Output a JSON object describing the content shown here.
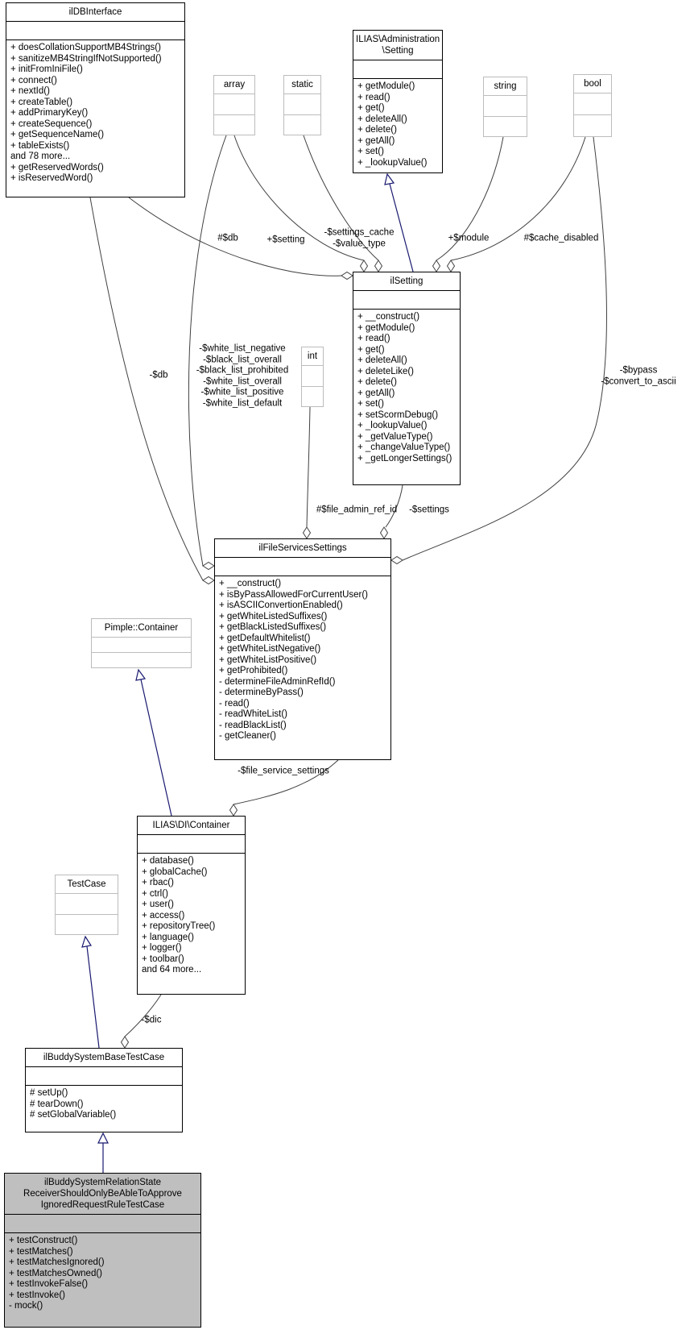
{
  "colors": {
    "association": "#404040",
    "inheritance": "#191970",
    "node_border": "#000000",
    "external_border": "#bcbcbc",
    "highlight_fill": "#bfbfbf",
    "background": "#ffffff"
  },
  "classes": {
    "ildb": {
      "title": "ilDBInterface",
      "methods": [
        "+ doesCollationSupportMB4Strings()",
        "+ sanitizeMB4StringIfNotSupported()",
        "+ initFromIniFile()",
        "+ connect()",
        "+ nextId()",
        "+ createTable()",
        "+ addPrimaryKey()",
        "+ createSequence()",
        "+ getSequenceName()",
        "+ tableExists()",
        "and 78 more...",
        "+ getReservedWords()",
        "+ isReservedWord()"
      ]
    },
    "adminsetting": {
      "title": [
        "ILIAS\\Administration",
        "\\Setting"
      ],
      "methods": [
        "+ getModule()",
        "+ read()",
        "+ get()",
        "+ deleteAll()",
        "+ delete()",
        "+ getAll()",
        "+ set()",
        "+ _lookupValue()"
      ]
    },
    "array": {
      "title": "array"
    },
    "static": {
      "title": "static"
    },
    "string": {
      "title": "string"
    },
    "bool": {
      "title": "bool"
    },
    "int": {
      "title": "int"
    },
    "ilsetting": {
      "title": "ilSetting",
      "methods": [
        "+ __construct()",
        "+ getModule()",
        "+ read()",
        "+ get()",
        "+ deleteAll()",
        "+ deleteLike()",
        "+ delete()",
        "+ getAll()",
        "+ set()",
        "+ setScormDebug()",
        "+ _lookupValue()",
        "+ _getValueType()",
        "+ _changeValueType()",
        "+ _getLongerSettings()"
      ]
    },
    "fss": {
      "title": "ilFileServicesSettings",
      "methods": [
        "+ __construct()",
        "+ isByPassAllowedForCurrentUser()",
        "+ isASCIIConvertionEnabled()",
        "+ getWhiteListedSuffixes()",
        "+ getBlackListedSuffixes()",
        "+ getDefaultWhitelist()",
        "+ getWhiteListNegative()",
        "+ getWhiteListPositive()",
        "+ getProhibited()",
        "- determineFileAdminRefId()",
        "- determineByPass()",
        "- read()",
        "- readWhiteList()",
        "- readBlackList()",
        "- getCleaner()"
      ]
    },
    "pimple": {
      "title": "Pimple::Container"
    },
    "dic": {
      "title": "ILIAS\\DI\\Container",
      "methods": [
        "+ database()",
        "+ globalCache()",
        "+ rbac()",
        "+ ctrl()",
        "+ user()",
        "+ access()",
        "+ repositoryTree()",
        "+ language()",
        "+ logger()",
        "+ toolbar()",
        "and 64 more..."
      ]
    },
    "testcase": {
      "title": "TestCase"
    },
    "base": {
      "title": "ilBuddySystemBaseTestCase",
      "methods": [
        "# setUp()",
        "# tearDown()",
        "# setGlobalVariable()"
      ]
    },
    "rule": {
      "title": [
        "ilBuddySystemRelationState",
        "ReceiverShouldOnlyBeAbleToApprove",
        "IgnoredRequestRuleTestCase"
      ],
      "methods": [
        "+ testConstruct()",
        "+ testMatches()",
        "+ testMatchesIgnored()",
        "+ testMatchesOwned()",
        "+ testInvokeFalse()",
        "+ testInvoke()",
        "- mock()"
      ]
    }
  },
  "edge_labels": {
    "db_setting": "#$db",
    "setting_member": "+$setting",
    "settings_cache": [
      "-$settings_cache",
      "-$value_type"
    ],
    "module": "+$module",
    "cache_disabled": "#$cache_disabled",
    "db_fss": "-$db",
    "white_lists": [
      "-$white_list_negative",
      "-$black_list_overall",
      "-$black_list_prohibited",
      "-$white_list_overall",
      "-$white_list_positive",
      "-$white_list_default"
    ],
    "bypass": [
      "-$bypass",
      "-$convert_to_ascii"
    ],
    "file_admin_ref_id": "#$file_admin_ref_id",
    "settings": "-$settings",
    "file_service_settings": "-$file_service_settings",
    "dic": "-$dic"
  }
}
